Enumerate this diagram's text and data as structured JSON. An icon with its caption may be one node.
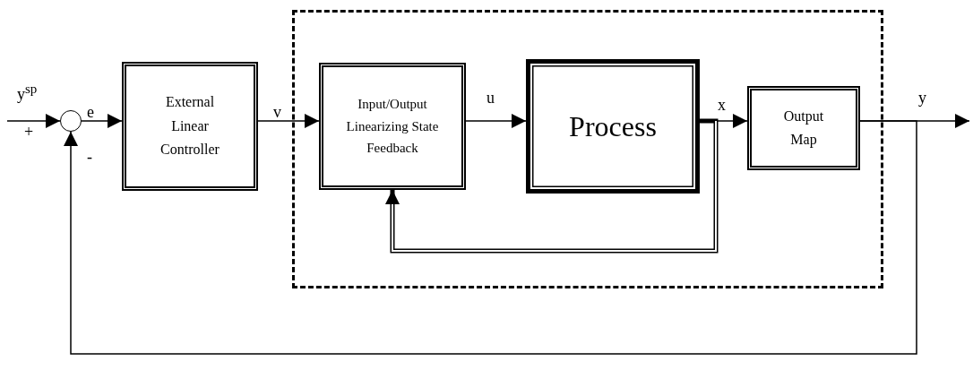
{
  "diagram": {
    "nodes": [
      {
        "text": [],
        "shape": "circle"
      },
      {
        "text": [
          "External Linear Controller"
        ]
      },
      {
        "text": [],
        "shape": "box"
      },
      {
        "text": [
          "Input/Output Linearizing State Feedback"
        ],
        "in": 2
      },
      {
        "text": [
          "Process"
        ],
        "in": 2
      },
      {
        "text": [
          "Output Map"
        ],
        "in": 2
      }
    ],
    "edges": [
      {
        "from": null,
        "to": 0,
        "arrow": "to",
        "label": "y$^{sp}$"
      },
      {
        "from": 0,
        "to": 1,
        "arrow": "to",
        "label": "e"
      },
      {
        "from": 1,
        "to": 3,
        "arrow": "to",
        "label": "v"
      },
      {
        "from": 3,
        "to": 4,
        "arrow": "to",
        "label": "u"
      },
      {
        "from": 4,
        "to": 5,
        "arrow": "to",
        "label": "x"
      },
      {
        "from": 5,
        "to": null,
        "arrow": "to",
        "label": "y"
      },
      {
        "from": 5,
        "to": 0,
        "arrow": "to"
      },
      {
        "from": 4,
        "to": 3,
        "arrow": "to",
        "style": "thick"
      }
    ],
    "labels": [
      "+",
      "-"
    ]
  }
}
